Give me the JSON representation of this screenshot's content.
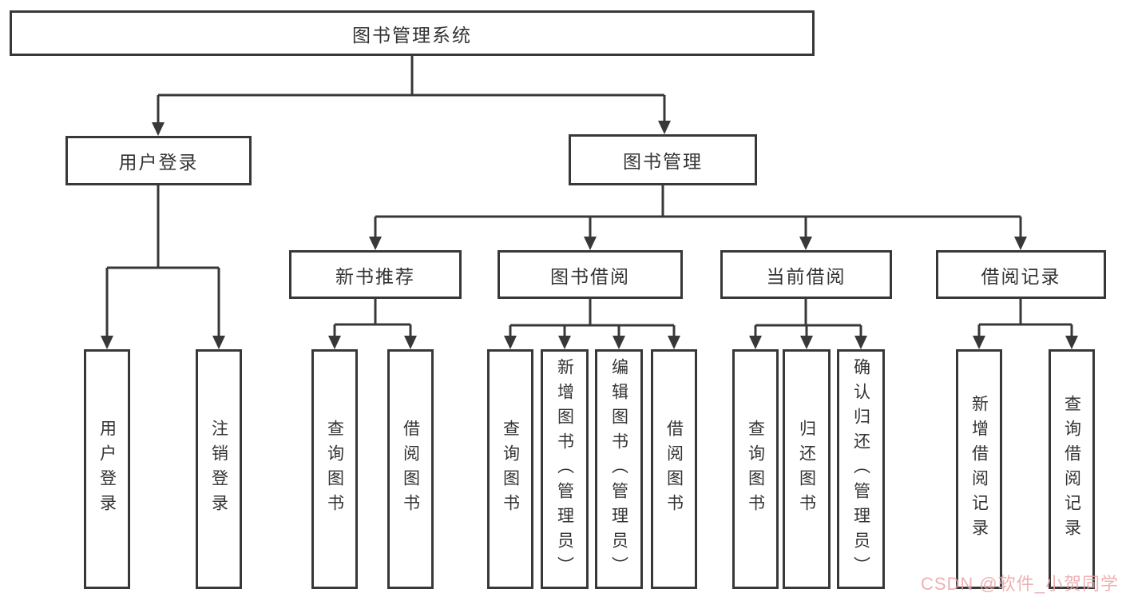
{
  "nodes": {
    "root": "图书管理系统",
    "level2": [
      "用户登录",
      "图书管理"
    ],
    "level3": [
      "新书推荐",
      "图书借阅",
      "当前借阅",
      "借阅记录"
    ],
    "login_children": [
      "用户登录",
      "注销登录"
    ],
    "recommend_children": [
      "查询图书",
      "借阅图书"
    ],
    "borrow_children": [
      "查询图书",
      "新增图书（管理员）",
      "编辑图书（管理员）",
      "借阅图书"
    ],
    "current_children": [
      "查询图书",
      "归还图书",
      "确认归还（管理员）"
    ],
    "record_children": [
      "新增借阅记录",
      "查询借阅记录"
    ]
  },
  "colors": {
    "line": "#383838",
    "text": "#333333",
    "watermark": "#eda3a5"
  },
  "watermark": {
    "text": "CSDN @软件_小贺同学"
  }
}
